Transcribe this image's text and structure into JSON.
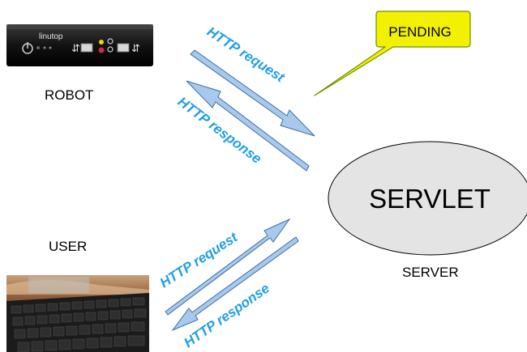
{
  "colors": {
    "arrow_fill": "#a9c9ec",
    "arrow_stroke": "#3c6da6",
    "arrow_text": "#1e9fe6",
    "callout_fill": "#f2f200",
    "callout_stroke": "#6f8f00",
    "ellipse_fill": "#e4e4e4",
    "ellipse_stroke": "#000000"
  },
  "labels": {
    "robot": "ROBOT",
    "user": "USER",
    "server": "SERVER",
    "servlet": "SERVLET",
    "pending": "PENDING"
  },
  "robot_device": {
    "brand": "linutop"
  },
  "arrows": {
    "robot_request": "HTTP request",
    "robot_response": "HTTP response",
    "user_request": "HTTP request",
    "user_response": "HTTP response"
  }
}
